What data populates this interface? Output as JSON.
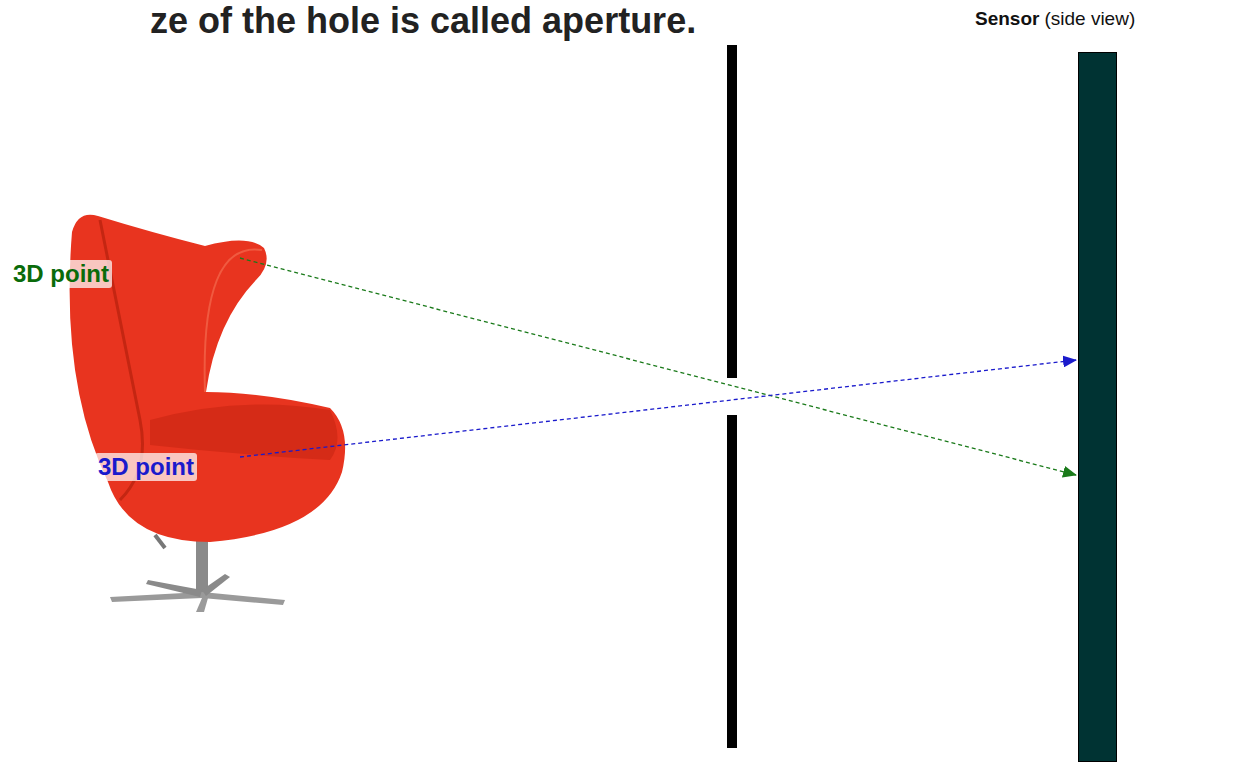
{
  "diagram": {
    "title": "ze of the hole is called aperture.",
    "nodes": [
      {
        "text": [
          "Sensor",
          "(side view)"
        ]
      }
    ],
    "labels": [
      "3D point",
      "3D point"
    ]
  }
}
